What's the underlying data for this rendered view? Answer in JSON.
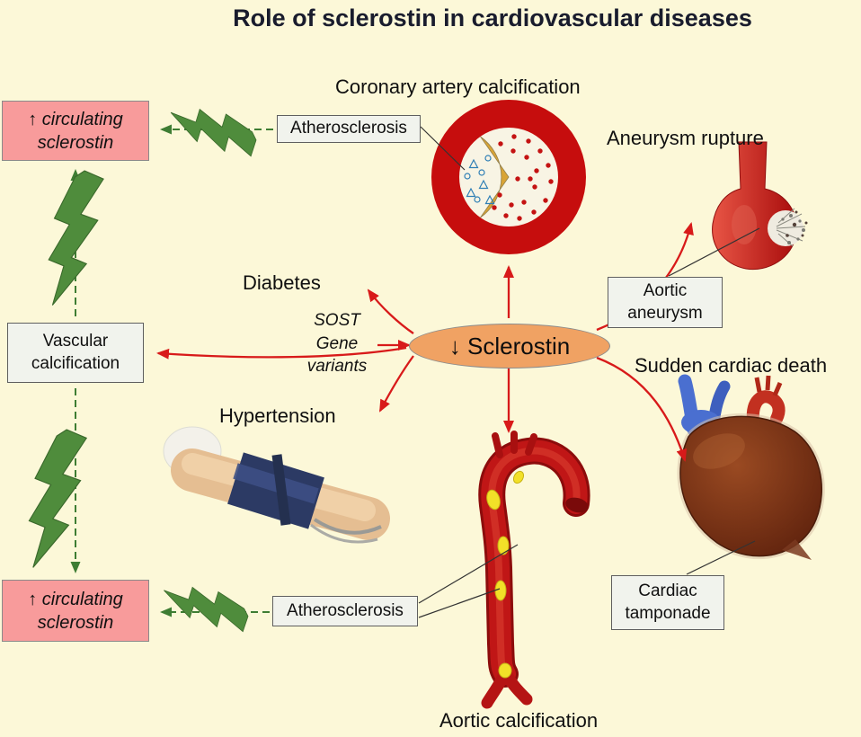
{
  "title": "Role of sclerostin in cardiovascular diseases",
  "center_node": {
    "label": "↓ Sclerostin"
  },
  "captions": {
    "coronary_artery_calcification": "Coronary artery calcification",
    "aneurysm_rupture": "Aneurysm rupture",
    "sudden_cardiac_death": "Sudden cardiac death",
    "aortic_calcification": "Aortic calcification",
    "diabetes": "Diabetes",
    "hypertension": "Hypertension",
    "sost_gene_variants": "SOST\nGene\nvariants"
  },
  "boxes": {
    "atherosclerosis_top": {
      "label": "Atherosclerosis"
    },
    "atherosclerosis_bottom": {
      "label": "Atherosclerosis"
    },
    "vascular_calcification": {
      "label": "Vascular\ncalcification"
    },
    "aortic_aneurysm": {
      "label": "Aortic\naneurysm"
    },
    "cardiac_tamponade": {
      "label": "Cardiac\ntamponade"
    },
    "circulating_sclerostin_top": {
      "label": "↑ circulating\nsclerostin"
    },
    "circulating_sclerostin_bottom": {
      "label": "↑ circulating\nsclerostin"
    }
  },
  "colors": {
    "background": "#FCF8D8",
    "arrow_red": "#D81A1A",
    "arrow_green": "#3E7D33",
    "lightning_bolt": "#4F8C3C",
    "sclerostin_ellipse": "#F0A263",
    "pink_box": "#F89B9B",
    "label_box": "#F1F3ED",
    "artery_ring": "#C60D0D",
    "plaque": "#D9A435",
    "calcification_yellow": "#F2E028"
  },
  "icons": [
    "artery-cross-section-icon",
    "aneurysm-icon",
    "heart-icon",
    "blood-pressure-cuff-icon",
    "aorta-icon",
    "lightning-bolt-icon"
  ]
}
